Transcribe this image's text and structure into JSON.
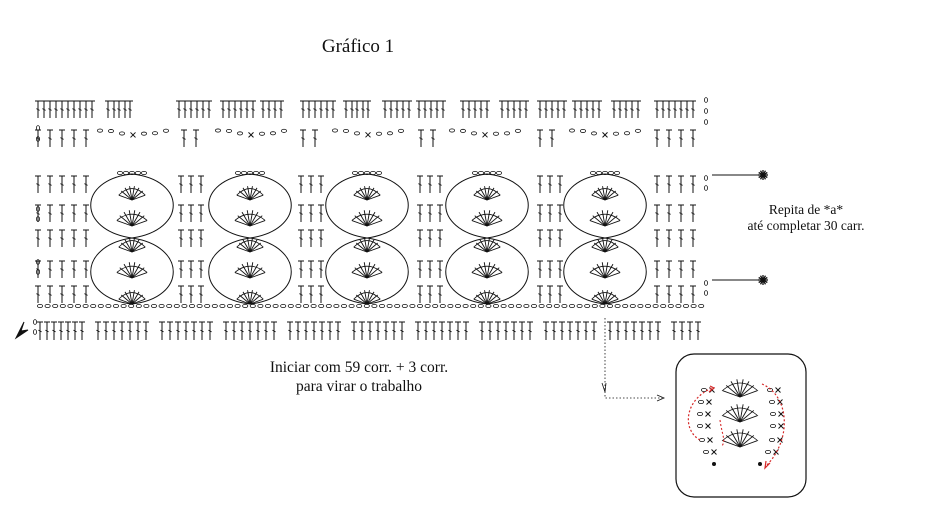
{
  "title": "Gráfico 1",
  "instruction": {
    "line1": "Iniciar com 59 corr. + 3 corr.",
    "line2": "para virar o trabalho"
  },
  "repeat_note": {
    "line1": "Repita de *a*",
    "line2": "até completar 30 carr."
  },
  "colors": {
    "ink": "#111111",
    "arrow_red": "#d62828",
    "background": "#ffffff"
  },
  "icons": [
    "start-arrow-icon",
    "repeat-star-icon",
    "stitch-symbol-icon",
    "shell-motif-icon"
  ],
  "chart_config": {
    "shell_count": 5,
    "row_groups": 7
  }
}
